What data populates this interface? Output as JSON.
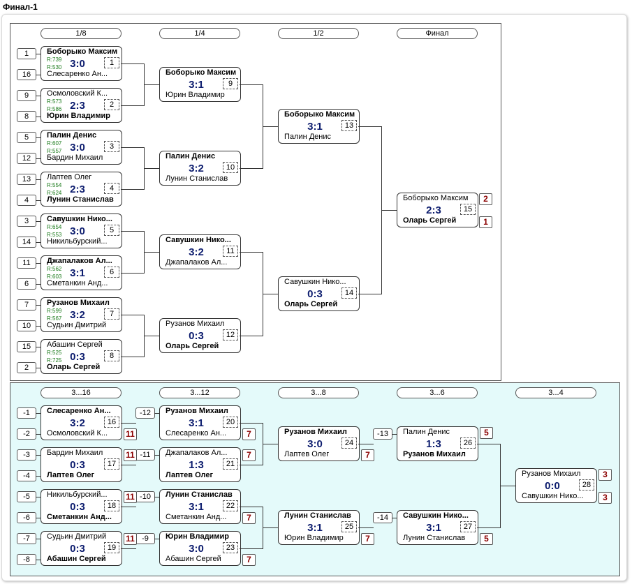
{
  "title": "Финал-1",
  "rounds_main": [
    "1/8",
    "1/4",
    "1/2",
    "Финал"
  ],
  "rounds_cons": [
    "3...16",
    "3...12",
    "3...8",
    "3...6",
    "3...4"
  ],
  "seeds_main": [
    "1",
    "16",
    "9",
    "8",
    "5",
    "12",
    "13",
    "4",
    "3",
    "14",
    "11",
    "6",
    "7",
    "10",
    "15",
    "2"
  ],
  "seeds_cons": [
    "-1",
    "-2",
    "-3",
    "-4",
    "-5",
    "-6",
    "-7",
    "-8",
    "-12",
    "-11",
    "-10",
    "-9",
    "-13",
    "-14"
  ],
  "matches": {
    "m1": {
      "p1": "Боборыко Максим",
      "p2": "Слесаренко Ан...",
      "score": "3:0",
      "num": "1",
      "r1": "R:739",
      "r2": "R:530"
    },
    "m2": {
      "p1": "Осмоловский К...",
      "p2": "Юрин Владимир",
      "score": "2:3",
      "num": "2",
      "r1": "R:573",
      "r2": "R:586"
    },
    "m3": {
      "p1": "Палин Денис",
      "p2": "Бардин Михаил",
      "score": "3:0",
      "num": "3",
      "r1": "R:607",
      "r2": "R:557"
    },
    "m4": {
      "p1": "Лаптев Олег",
      "p2": "Лунин Станислав",
      "score": "2:3",
      "num": "4",
      "r1": "R:554",
      "r2": "R:624"
    },
    "m5": {
      "p1": "Савушкин Нико...",
      "p2": "Никильбурский...",
      "score": "3:0",
      "num": "5",
      "r1": "R:654",
      "r2": "R:553"
    },
    "m6": {
      "p1": "Джапалаков Ал...",
      "p2": "Сметанкин Анд...",
      "score": "3:1",
      "num": "6",
      "r1": "R:562",
      "r2": "R:603"
    },
    "m7": {
      "p1": "Рузанов Михаил",
      "p2": "Судьин Дмитрий",
      "score": "3:2",
      "num": "7",
      "r1": "R:599",
      "r2": "R:567"
    },
    "m8": {
      "p1": "Абашин Сергей",
      "p2": "Оларь Сергей",
      "score": "0:3",
      "num": "8",
      "r1": "R:525",
      "r2": "R:725"
    },
    "m9": {
      "p1": "Боборыко Максим",
      "p2": "Юрин Владимир",
      "score": "3:1",
      "num": "9"
    },
    "m10": {
      "p1": "Палин Денис",
      "p2": "Лунин Станислав",
      "score": "3:2",
      "num": "10"
    },
    "m11": {
      "p1": "Савушкин Нико...",
      "p2": "Джапалаков Ал...",
      "score": "3:2",
      "num": "11"
    },
    "m12": {
      "p1": "Рузанов Михаил",
      "p2": "Оларь Сергей",
      "score": "0:3",
      "num": "12"
    },
    "m13": {
      "p1": "Боборыко Максим",
      "p2": "Палин Денис",
      "score": "3:1",
      "num": "13"
    },
    "m14": {
      "p1": "Савушкин Нико...",
      "p2": "Оларь Сергей",
      "score": "0:3",
      "num": "14"
    },
    "m15": {
      "p1": "Боборыко Максим",
      "p2": "Оларь Сергей",
      "score": "2:3",
      "num": "15"
    },
    "m16": {
      "p1": "Слесаренко Ан...",
      "p2": "Осмоловский К...",
      "score": "3:2",
      "num": "16"
    },
    "m17": {
      "p1": "Бардин Михаил",
      "p2": "Лаптев Олег",
      "score": "0:3",
      "num": "17"
    },
    "m18": {
      "p1": "Никильбурский...",
      "p2": "Сметанкин Анд...",
      "score": "0:3",
      "num": "18"
    },
    "m19": {
      "p1": "Судьин Дмитрий",
      "p2": "Абашин Сергей",
      "score": "0:3",
      "num": "19"
    },
    "m20": {
      "p1": "Рузанов Михаил",
      "p2": "Слесаренко Ан...",
      "score": "3:1",
      "num": "20"
    },
    "m21": {
      "p1": "Джапалаков Ал...",
      "p2": "Лаптев Олег",
      "score": "1:3",
      "num": "21"
    },
    "m22": {
      "p1": "Лунин Станислав",
      "p2": "Сметанкин Анд...",
      "score": "3:1",
      "num": "22"
    },
    "m23": {
      "p1": "Юрин Владимир",
      "p2": "Абашин Сергей",
      "score": "3:0",
      "num": "23"
    },
    "m24": {
      "p1": "Рузанов Михаил",
      "p2": "Лаптев Олег",
      "score": "3:0",
      "num": "24"
    },
    "m25": {
      "p1": "Лунин Станислав",
      "p2": "Юрин Владимир",
      "score": "3:1",
      "num": "25"
    },
    "m26": {
      "p1": "Палин Денис",
      "p2": "Рузанов Михаил",
      "score": "1:3",
      "num": "26"
    },
    "m27": {
      "p1": "Савушкин Нико...",
      "p2": "Лунин Станислав",
      "score": "3:1",
      "num": "27"
    },
    "m28": {
      "p1": "Рузанов Михаил",
      "p2": "Савушкин Нико...",
      "score": "0:0",
      "num": "28"
    }
  },
  "places": [
    "2",
    "1",
    "11",
    "7",
    "11",
    "7",
    "11",
    "7",
    "11",
    "7",
    "7",
    "7",
    "5",
    "5",
    "3",
    "3"
  ],
  "colors": {
    "score": "#0c1c6e",
    "rating": "#1a7a1a",
    "place": "#8b0000",
    "consolation_bg": "#e4fafa"
  }
}
